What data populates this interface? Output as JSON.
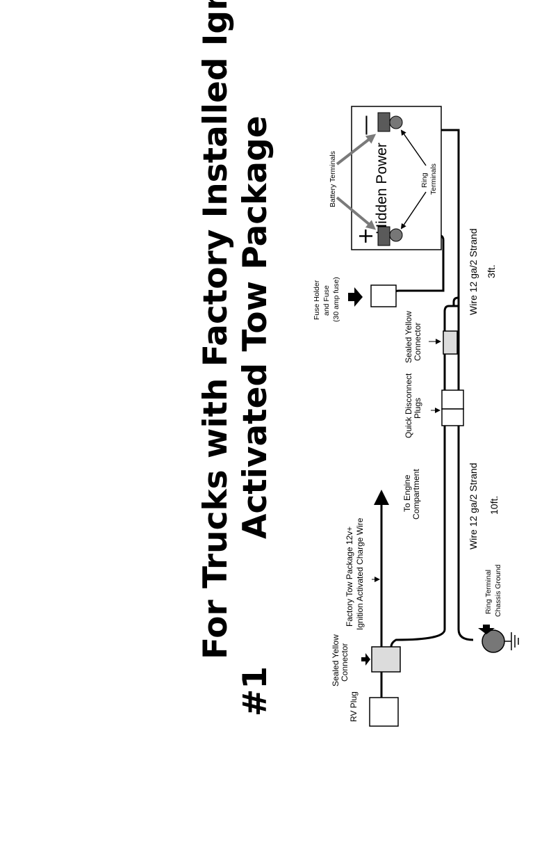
{
  "title": {
    "number": "#1",
    "line1": "For Trucks with Factory Installed Ignition",
    "line2": "Activated Tow Package"
  },
  "labels": {
    "rv_plug": "RV Plug",
    "sealed_connector_left_1": "Sealed Yellow",
    "sealed_connector_left_2": "Connector",
    "factory_wire_1": "Factory Tow Package 12v+",
    "factory_wire_2": "Ignition Activated Charge Wire",
    "engine_1": "To Engine",
    "engine_2": "Compartment",
    "ring_ground_1": "Ring Terminal",
    "ring_ground_2": "Chassis Ground",
    "wire_10_1": "Wire 12 ga/2 Strand",
    "wire_10_2": "10ft.",
    "quick_1": "Quick Disconnect",
    "quick_2": "Plugs",
    "sealed_connector_right_1": "Sealed Yellow",
    "sealed_connector_right_2": "Connector",
    "fuse_1": "Fuse Holder",
    "fuse_2": "and Fuse",
    "fuse_3": "(30 amp fuse)",
    "wire_3_1": "Wire 12 ga/2 Strand",
    "wire_3_2": "3ft.",
    "battery_terminals": "Battery Terminals",
    "hidden_power": "Hidden Power",
    "ring_terminals_1": "Ring",
    "ring_terminals_2": "Terminals",
    "plus_symbol": "+",
    "minus_symbol": "—"
  },
  "colors": {
    "connector_fill": "#dcdcdc",
    "gray_arrow": "#7a7a7a",
    "terminal_fill": "#5a5a5a",
    "ground_fill": "#777777"
  }
}
